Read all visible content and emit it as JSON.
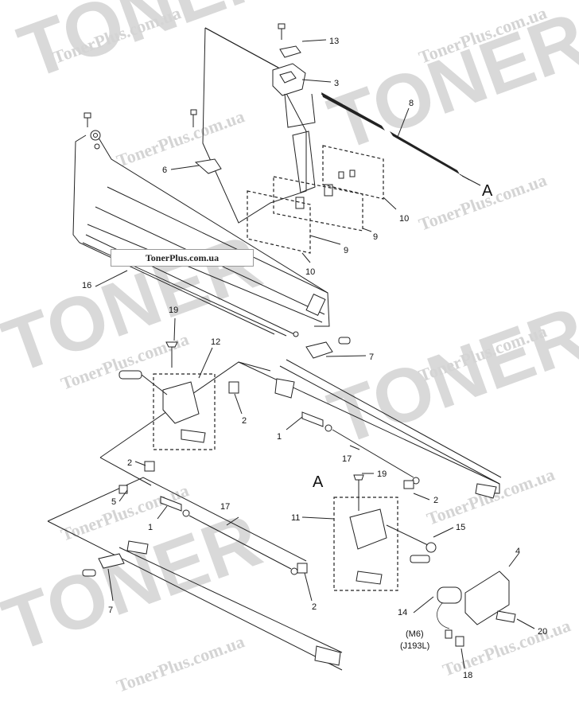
{
  "watermark": {
    "brand_big": "TONER",
    "brand_url": "TonerPlus.com.ua"
  },
  "site_label": "TonerPlus.com.ua",
  "callouts": {
    "c1a": "1",
    "c1b": "1",
    "c2a": "2",
    "c2b": "2",
    "c2c": "2",
    "c2d": "2",
    "c3": "3",
    "c4": "4",
    "c5": "5",
    "c6": "6",
    "c7a": "7",
    "c7b": "7",
    "c8": "8",
    "c9a": "9",
    "c9b": "9",
    "c10a": "10",
    "c10b": "10",
    "c11": "11",
    "c12": "12",
    "c13": "13",
    "c14": "14",
    "c15": "15",
    "c16": "16",
    "c17a": "17",
    "c17b": "17",
    "c18": "18",
    "c19a": "19",
    "c19b": "19",
    "c20": "20",
    "connA1": "A",
    "connA2": "A",
    "m6": "(M6)",
    "j193l": "(J193L)"
  }
}
